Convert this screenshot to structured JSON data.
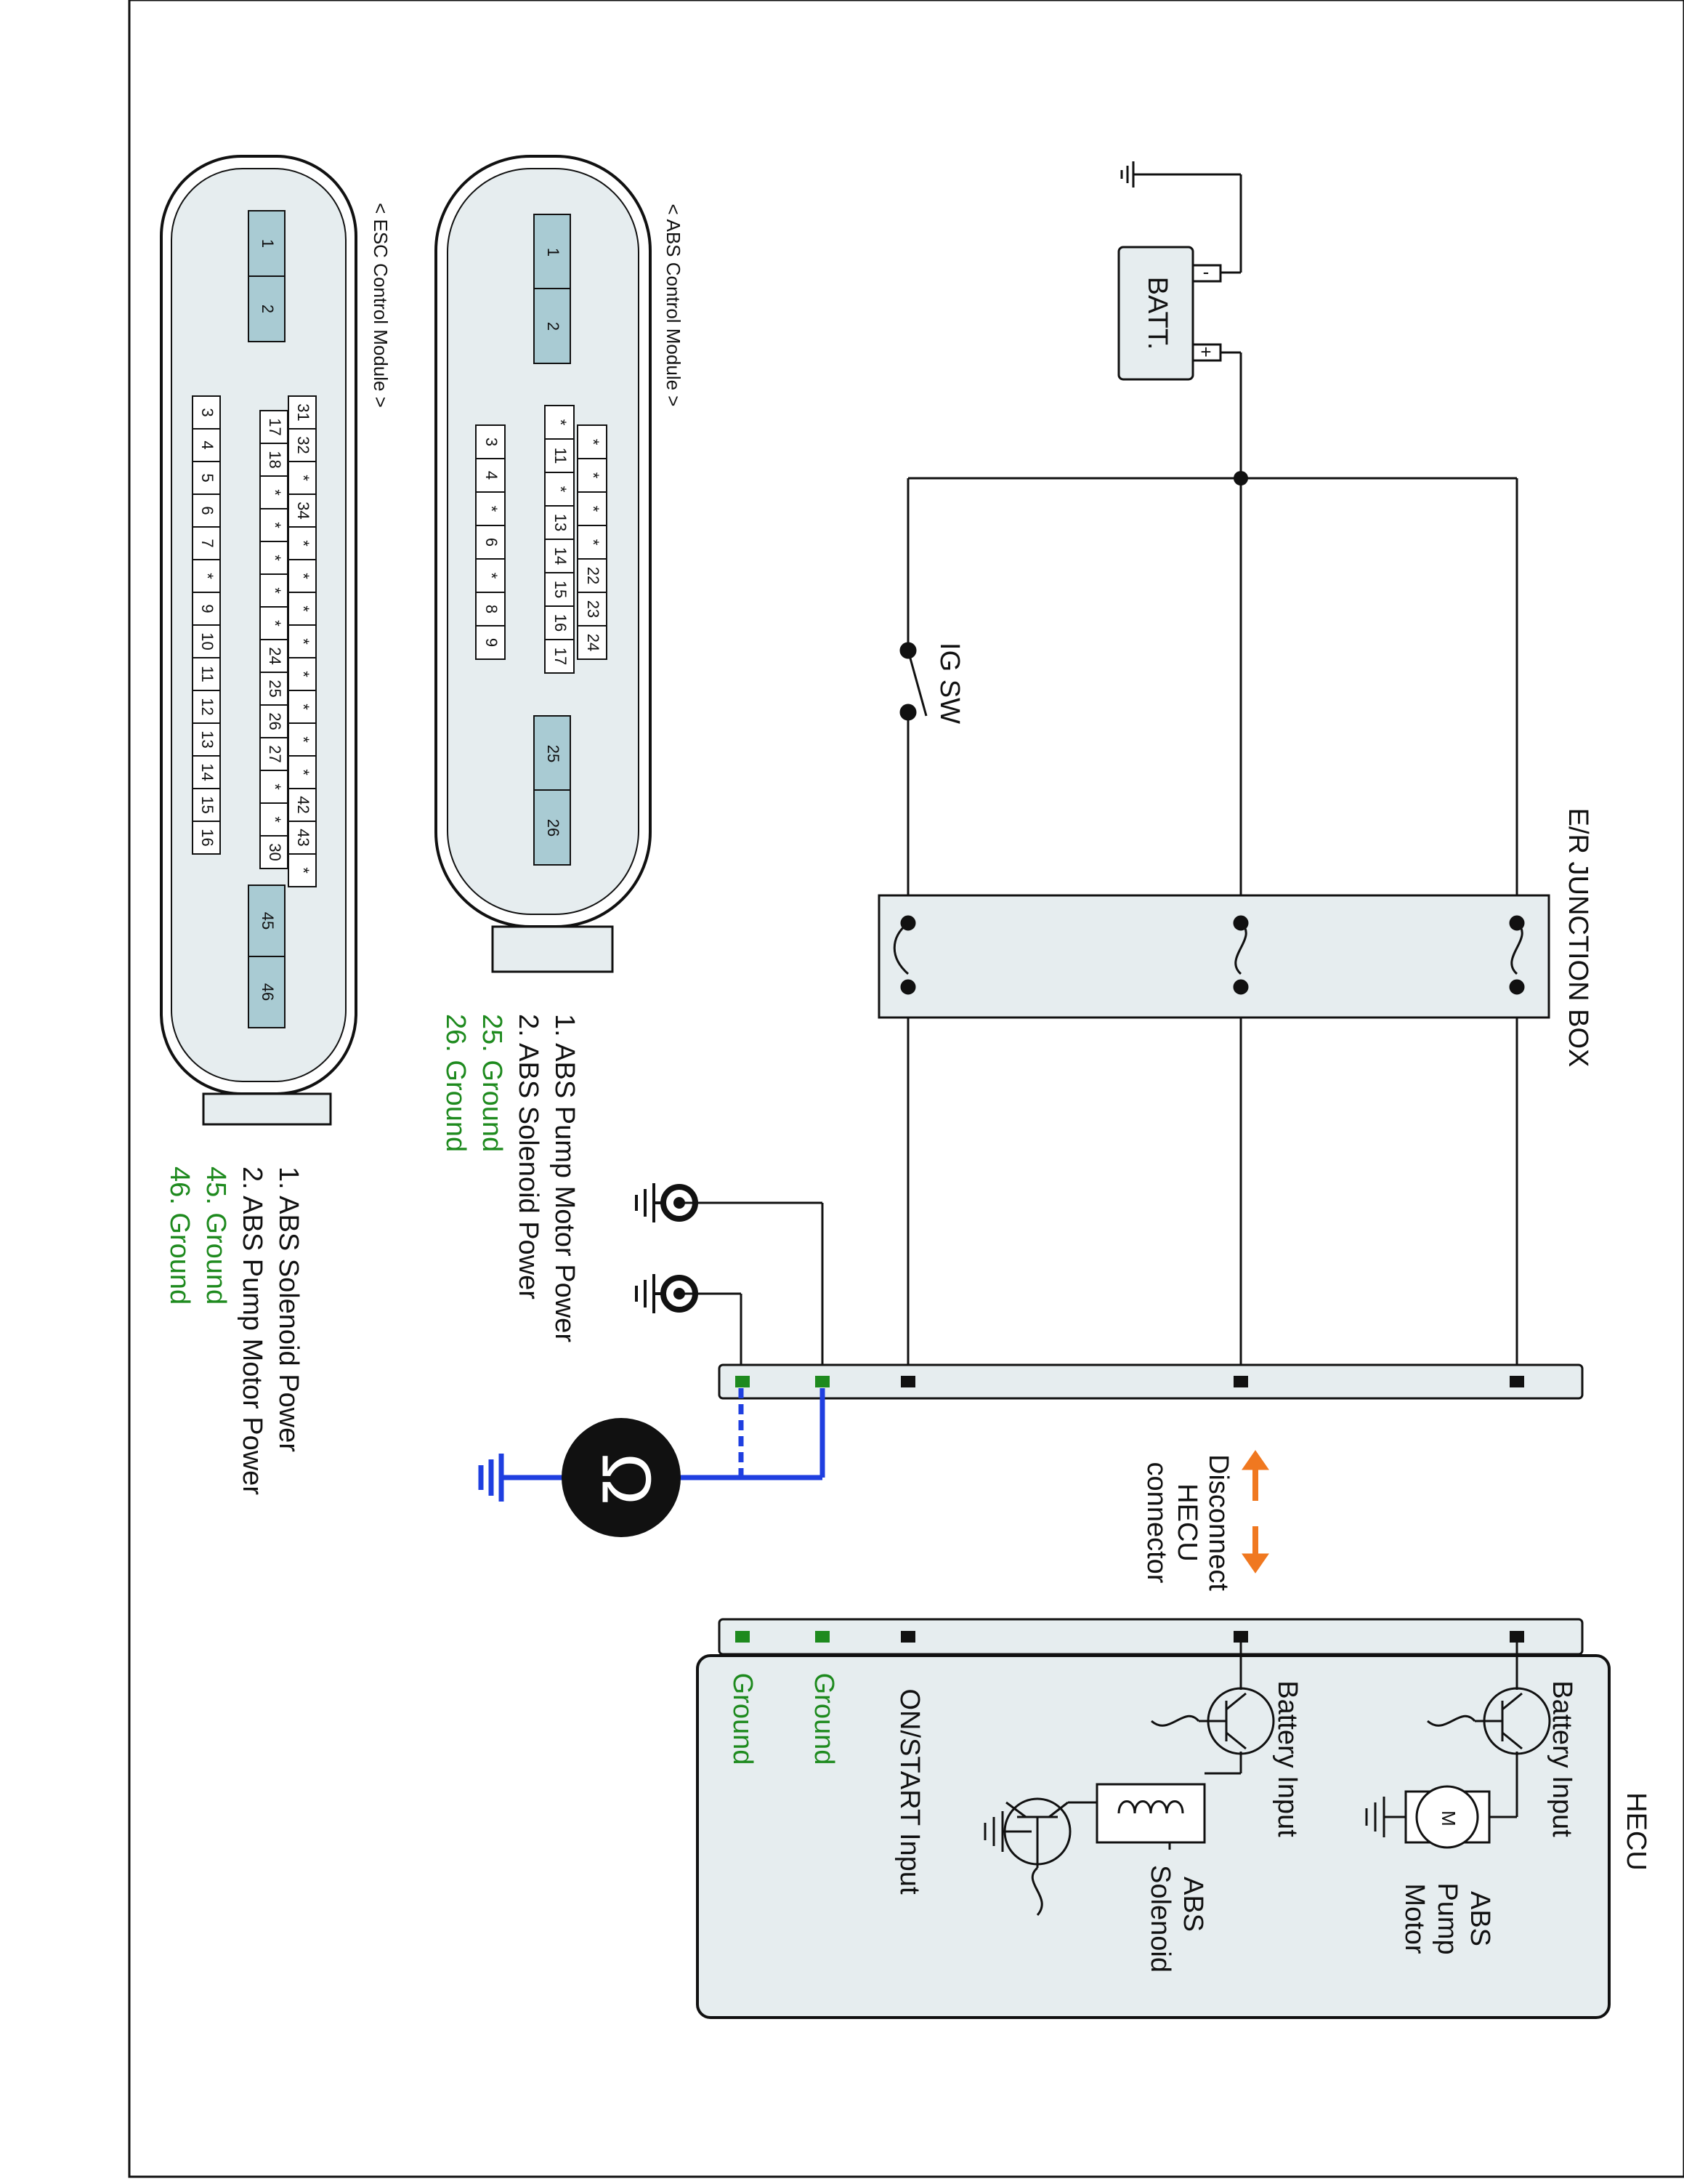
{
  "labels": {
    "batt": "BATT.",
    "batt_minus": "-",
    "batt_plus": "+",
    "ig_sw": "IG SW",
    "junction_box": "E/R JUNCTION BOX",
    "disconnect_l1": "Disconnect",
    "disconnect_l2": "HECU",
    "disconnect_l3": "connector",
    "hecu": "HECU",
    "battery_input_1": "Battery Input",
    "battery_input_2": "Battery Input",
    "on_start_input": "ON/START Input",
    "ground_1": "Ground",
    "ground_2": "Ground",
    "abs_pump_l1": "ABS",
    "abs_pump_l2": "Pump",
    "abs_pump_l3": "Motor",
    "motor_m": "M",
    "abs_sol_l1": "ABS",
    "abs_sol_l2": "Solenoid",
    "meter_symbol": "Ω"
  },
  "abs_module": {
    "title": "< ABS Control Module >",
    "big_pins": [
      "1",
      "2",
      "25",
      "26"
    ],
    "row_a": [
      "*",
      "*",
      "*",
      "*",
      "22",
      "23",
      "24"
    ],
    "row_b": [
      "*",
      "11",
      "*",
      "13",
      "14",
      "15",
      "16",
      "17"
    ],
    "row_c": [
      "3",
      "4",
      "*",
      "6",
      "*",
      "8",
      "9"
    ],
    "legend": [
      {
        "text": "1. ABS Pump Motor Power",
        "color": "#111111"
      },
      {
        "text": "2. ABS Solenoid Power",
        "color": "#111111"
      },
      {
        "text": "25. Ground",
        "color": "#1e8a1e"
      },
      {
        "text": "26. Ground",
        "color": "#1e8a1e"
      }
    ]
  },
  "esc_module": {
    "title": "< ESC Control Module >",
    "big_pins": [
      "1",
      "2",
      "45",
      "46"
    ],
    "row_a": [
      "31",
      "32",
      "*",
      "34",
      "*",
      "*",
      "*",
      "*",
      "*",
      "*",
      "*",
      "*",
      "42",
      "43",
      "*"
    ],
    "row_b": [
      "17",
      "18",
      "*",
      "*",
      "*",
      "*",
      "*",
      "24",
      "25",
      "26",
      "27",
      "*",
      "*",
      "30"
    ],
    "row_c": [
      "3",
      "4",
      "5",
      "6",
      "7",
      "*",
      "9",
      "10",
      "11",
      "12",
      "13",
      "14",
      "15",
      "16"
    ],
    "legend": [
      {
        "text": "1. ABS Solenoid Power",
        "color": "#111111"
      },
      {
        "text": "2. ABS Pump Motor Power",
        "color": "#111111"
      },
      {
        "text": "45. Ground",
        "color": "#1e8a1e"
      },
      {
        "text": "46. Ground",
        "color": "#1e8a1e"
      }
    ]
  },
  "colors": {
    "wire": "#111111",
    "test_lead": "#1f3fe0",
    "ground_pin": "#1e8a1e",
    "arrow": "#f07820",
    "connector_fill": "#e6edef",
    "pin_fill": "#a9cbd3"
  },
  "icons": [
    "ground-icon",
    "battery-icon",
    "switch-icon",
    "fuse-icon",
    "transistor-icon",
    "motor-icon",
    "coil-icon",
    "ohmmeter-icon",
    "arrow-icon"
  ]
}
